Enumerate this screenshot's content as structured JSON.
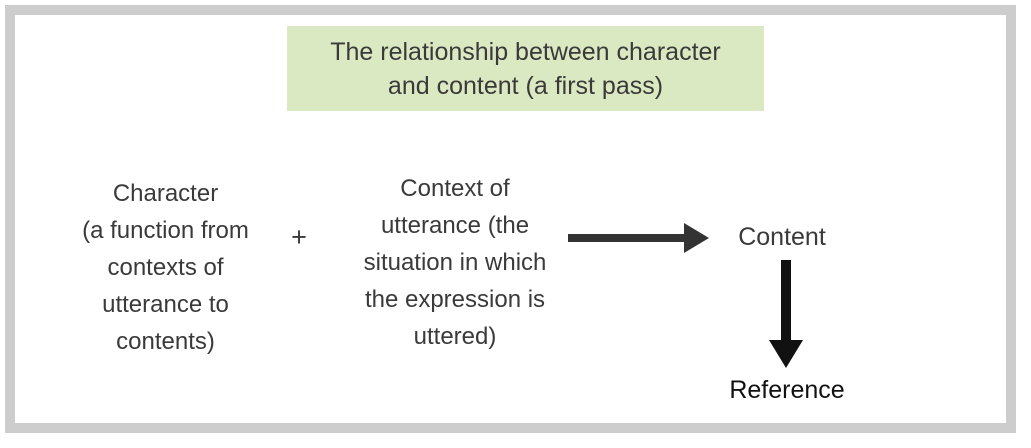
{
  "figure": {
    "title": "The relationship between character\nand content (a first pass)",
    "frame_color": "#cdcdcd",
    "title_background_color": "#dbe9c2",
    "text_color": "#3a3a3a",
    "arrow_color": "#333333",
    "terms": {
      "character": "Character\n(a function from\ncontexts of\nutterance to\ncontents)",
      "operator": "+",
      "context": "Context of\nutterance (the\nsituation in which\nthe expression is\nuttered)",
      "content": "Content",
      "reference": "Reference"
    }
  }
}
